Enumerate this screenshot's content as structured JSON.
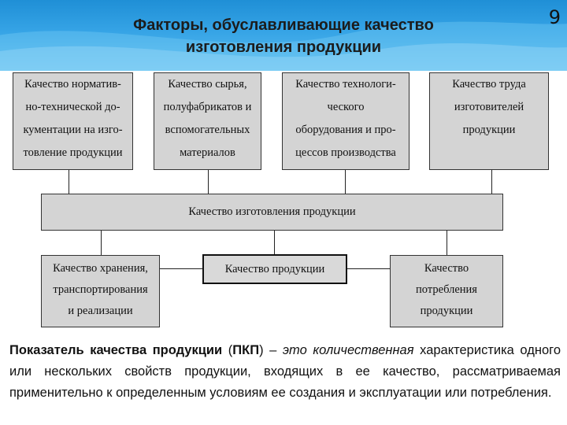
{
  "header": {
    "title_line1": "Факторы, обуславливающие качество",
    "title_line2": "изготовления продукции",
    "page_number": "9"
  },
  "diagram": {
    "top_factors": [
      {
        "lines": [
          "Качество норматив-",
          "но-технической до-",
          "кументации на изго-",
          "товление продукции"
        ]
      },
      {
        "lines": [
          "Качество сырья,",
          "полуфабрикатов и",
          "вспомогательных",
          "материалов"
        ]
      },
      {
        "lines": [
          "Качество технологи-",
          "ческого",
          "оборудования и про-",
          "цессов производства"
        ]
      },
      {
        "lines": [
          "Качество труда",
          "изготовителей",
          "продукции"
        ]
      }
    ],
    "manufacturing_quality": "Качество изготовления продукции",
    "bottom_row": {
      "storage": [
        "Качество хранения,",
        "транспортирования",
        "и реализации"
      ],
      "product_quality": "Качество продукции",
      "consumption": [
        "Качество",
        "потребления",
        "продукции"
      ]
    }
  },
  "definition": {
    "term": "Показатель качества продукции",
    "abbr_open": " (",
    "abbr": "ПКП",
    "abbr_close": ") – ",
    "text_start": "это количественная",
    "text_rest": "характеристика одного или нескольких свойств продукции, входящих в ее качество, рассматриваемая применительно к определенным условиям ее создания и эксплуатации или потребления."
  }
}
